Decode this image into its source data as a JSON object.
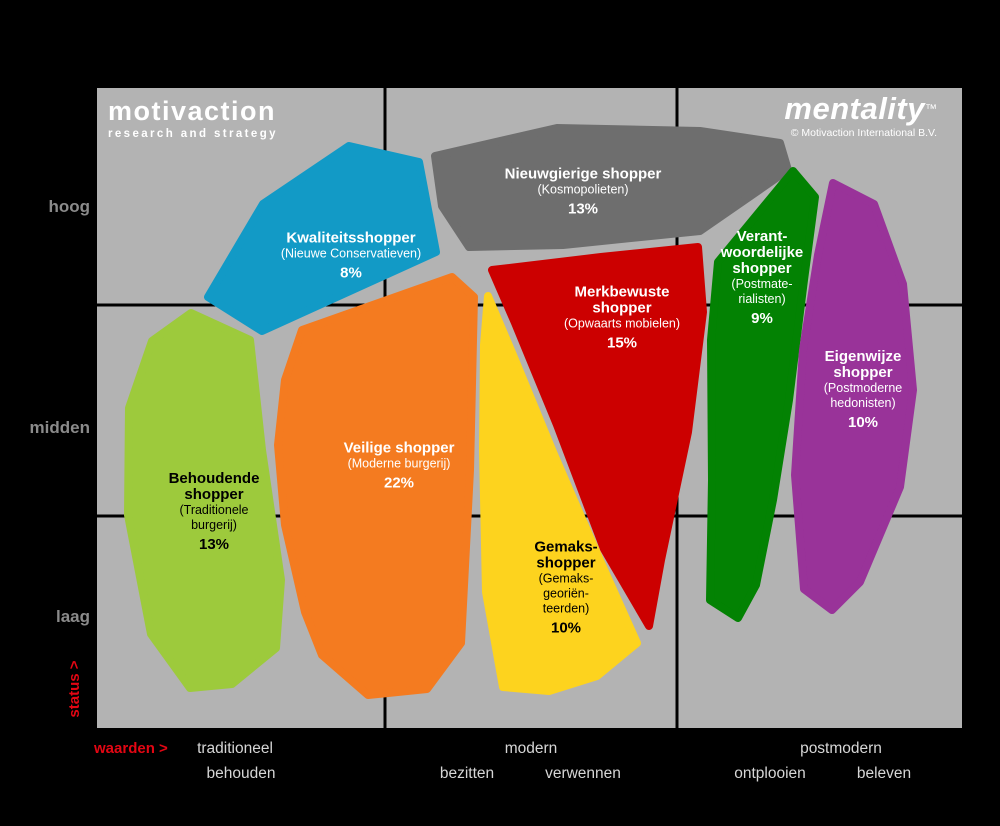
{
  "branding": {
    "logo_title": "motivaction",
    "logo_subtitle": "research and strategy",
    "product": "mentality",
    "product_tm": "™",
    "copyright": "© Motivaction International B.V."
  },
  "axes": {
    "y_label": "status",
    "y_arrow": ">",
    "x_label": "waarden",
    "x_arrow": ">"
  },
  "chart_data": {
    "type": "segment-map",
    "unit": "%",
    "y_axis": {
      "label": "status",
      "categories": [
        "hoog",
        "midden",
        "laag"
      ]
    },
    "x_axis": {
      "label": "waarden",
      "categories": [
        "traditioneel",
        "modern",
        "postmodern"
      ],
      "sub_categories": [
        "behouden",
        "bezitten",
        "verwennen",
        "ontplooien",
        "beleven"
      ]
    },
    "segments": [
      {
        "id": "kwaliteitsshopper",
        "name": "Kwaliteitsshopper",
        "group": "Nieuwe Conservatieven",
        "value": 8,
        "value_label": "8%",
        "color": "#129ac6",
        "text_color": "#ffffff",
        "name_lines": [
          "Kwaliteitsshopper"
        ],
        "group_lines": [
          "(Nieuwe Conservatieven)"
        ],
        "label_x": 351,
        "label_y": 256,
        "points": [
          [
            349,
            146
          ],
          [
            419,
            162
          ],
          [
            436,
            252
          ],
          [
            262,
            331
          ],
          [
            208,
            297
          ],
          [
            263,
            204
          ]
        ]
      },
      {
        "id": "nieuwsgierige-shopper",
        "name": "Nieuwgierige shopper",
        "group": "Kosmopolieten",
        "value": 13,
        "value_label": "13%",
        "color": "#6e6e6e",
        "text_color": "#ffffff",
        "name_lines": [
          "Nieuwgierige shopper"
        ],
        "group_lines": [
          "(Kosmopolieten)"
        ],
        "label_x": 583,
        "label_y": 192,
        "points": [
          [
            435,
            156
          ],
          [
            557,
            128
          ],
          [
            700,
            131
          ],
          [
            780,
            143
          ],
          [
            788,
            170
          ],
          [
            700,
            231
          ],
          [
            563,
            245
          ],
          [
            469,
            247
          ],
          [
            442,
            206
          ]
        ]
      },
      {
        "id": "merkbewuste-shopper",
        "name": "Merkbewuste shopper",
        "group": "Opwaarts mobielen",
        "value": 15,
        "value_label": "15%",
        "color": "#cc0000",
        "text_color": "#ffffff",
        "name_lines": [
          "Merkbewuste",
          "shopper"
        ],
        "group_lines": [
          "(Opwaarts mobielen)"
        ],
        "label_x": 622,
        "label_y": 318,
        "points": [
          [
            492,
            270
          ],
          [
            601,
            257
          ],
          [
            698,
            247
          ],
          [
            703,
            312
          ],
          [
            688,
            432
          ],
          [
            661,
            560
          ],
          [
            649,
            626
          ],
          [
            604,
            549
          ],
          [
            557,
            425
          ],
          [
            515,
            323
          ]
        ]
      },
      {
        "id": "verantwoordelijke-shopper",
        "name": "Verantwoordelijke shopper",
        "group": "Postmaterialisten",
        "value": 9,
        "value_label": "9%",
        "color": "#038203",
        "text_color": "#ffffff",
        "name_lines": [
          "Verant-",
          "woordelijke",
          "shopper"
        ],
        "group_lines": [
          "(Postmate-",
          "rialisten)"
        ],
        "label_x": 762,
        "label_y": 278,
        "points": [
          [
            793,
            171
          ],
          [
            815,
            197
          ],
          [
            804,
            280
          ],
          [
            789,
            400
          ],
          [
            773,
            500
          ],
          [
            756,
            585
          ],
          [
            738,
            618
          ],
          [
            710,
            600
          ],
          [
            712,
            480
          ],
          [
            711,
            340
          ],
          [
            718,
            262
          ]
        ]
      },
      {
        "id": "eigenwijze-shopper",
        "name": "Eigenwijze shopper",
        "group": "Postmoderne hedonisten",
        "value": 10,
        "value_label": "10%",
        "color": "#993399",
        "text_color": "#ffffff",
        "name_lines": [
          "Eigenwijze",
          "shopper"
        ],
        "group_lines": [
          "(Postmoderne",
          "hedonisten)"
        ],
        "label_x": 863,
        "label_y": 390,
        "points": [
          [
            833,
            183
          ],
          [
            874,
            204
          ],
          [
            903,
            284
          ],
          [
            913,
            390
          ],
          [
            900,
            487
          ],
          [
            860,
            582
          ],
          [
            832,
            610
          ],
          [
            804,
            589
          ],
          [
            795,
            475
          ],
          [
            803,
            350
          ],
          [
            818,
            255
          ]
        ]
      },
      {
        "id": "veilige-shopper",
        "name": "Veilige shopper",
        "group": "Moderne burgerij",
        "value": 22,
        "value_label": "22%",
        "color": "#f47b20",
        "text_color": "#ffffff",
        "name_lines": [
          "Veilige shopper"
        ],
        "group_lines": [
          "(Moderne burgerij)"
        ],
        "label_x": 399,
        "label_y": 466,
        "points": [
          [
            302,
            330
          ],
          [
            452,
            277
          ],
          [
            474,
            297
          ],
          [
            470,
            470
          ],
          [
            461,
            643
          ],
          [
            427,
            689
          ],
          [
            368,
            695
          ],
          [
            322,
            655
          ],
          [
            305,
            612
          ],
          [
            285,
            525
          ],
          [
            278,
            445
          ],
          [
            285,
            380
          ]
        ]
      },
      {
        "id": "gemaksshopper",
        "name": "Gemaksshopper",
        "group": "Gemaksgeoriënteerden",
        "value": 10,
        "value_label": "10%",
        "color": "#fdd31e",
        "text_color": "#000000",
        "name_lines": [
          "Gemaks-",
          "shopper"
        ],
        "group_lines": [
          "(Gemaks-",
          "georiën-",
          "teerden)"
        ],
        "label_x": 566,
        "label_y": 588,
        "points": [
          [
            488,
            296
          ],
          [
            516,
            362
          ],
          [
            553,
            452
          ],
          [
            602,
            565
          ],
          [
            637,
            643
          ],
          [
            597,
            676
          ],
          [
            549,
            691
          ],
          [
            503,
            687
          ],
          [
            486,
            592
          ],
          [
            483,
            450
          ],
          [
            484,
            345
          ]
        ]
      },
      {
        "id": "behoudende-shopper",
        "name": "Behoudende shopper",
        "group": "Traditionele burgerij",
        "value": 13,
        "value_label": "13%",
        "color": "#9dca3c",
        "text_color": "#000000",
        "name_lines": [
          "Behoudende",
          "shopper"
        ],
        "group_lines": [
          "(Traditionele",
          "burgerij)"
        ],
        "label_x": 214,
        "label_y": 512,
        "points": [
          [
            191,
            313
          ],
          [
            250,
            340
          ],
          [
            262,
            450
          ],
          [
            281,
            580
          ],
          [
            276,
            648
          ],
          [
            232,
            684
          ],
          [
            190,
            688
          ],
          [
            151,
            634
          ],
          [
            128,
            515
          ],
          [
            129,
            408
          ],
          [
            152,
            341
          ]
        ]
      }
    ]
  }
}
